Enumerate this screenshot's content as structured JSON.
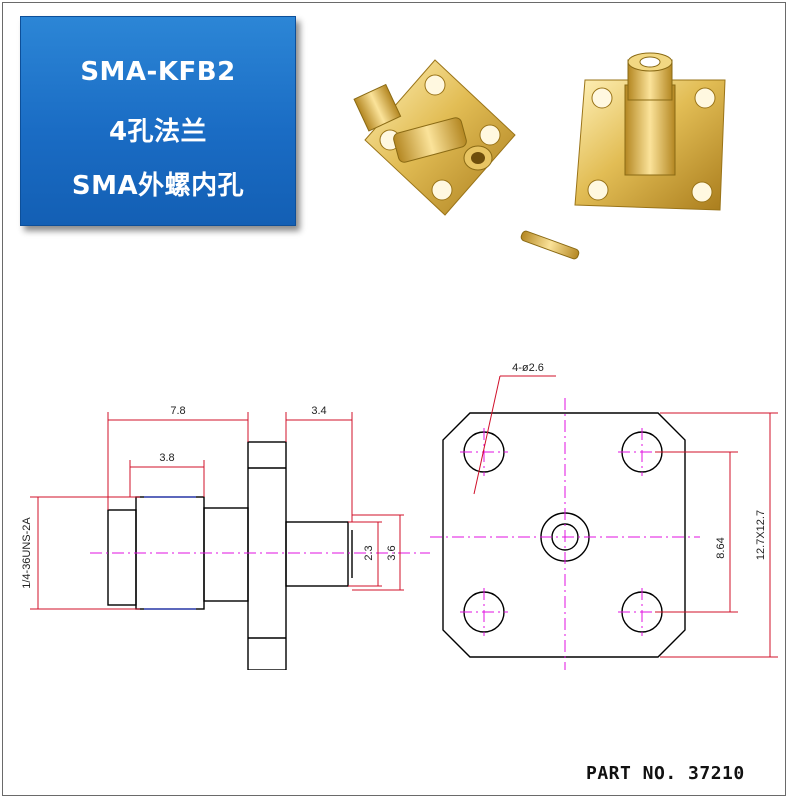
{
  "badge": {
    "model": "SMA-KFB2",
    "flange": "4孔法兰",
    "type": "SMA外螺内孔"
  },
  "drawing": {
    "dim_length": "7.8",
    "dim_thread_length": "3.8",
    "dim_pin_length": "3.4",
    "dim_thread": "1/4-36UNS-2A",
    "dim_inner_dia": "2.3",
    "dim_outer_dia": "3.6",
    "dim_holes": "4-ø2.6",
    "dim_hole_spacing": "8.64",
    "dim_flange_size": "12.7X12.7"
  },
  "footer": {
    "part_number": "PART NO. 37210"
  },
  "colors": {
    "badge_blue": "#1a6cc4",
    "dimension_red": "#d0102a",
    "centerline_magenta": "#e010e0",
    "gold": "#d9b54a"
  }
}
